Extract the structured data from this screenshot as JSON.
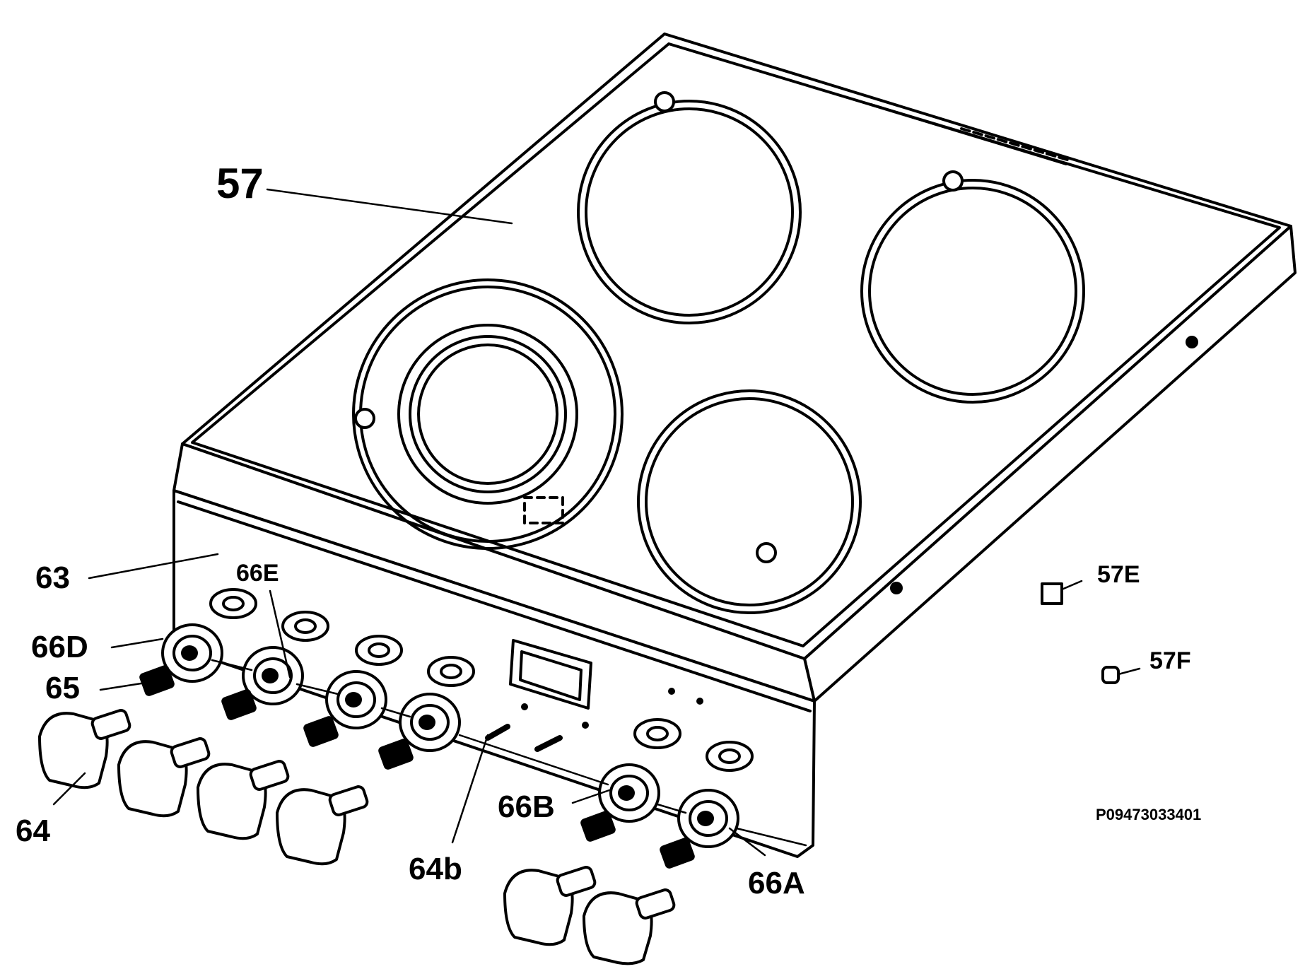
{
  "diagram": {
    "part_labels": {
      "p57": "57",
      "p63": "63",
      "p66E": "66E",
      "p66D": "66D",
      "p65": "65",
      "p64": "64",
      "p64b": "64b",
      "p66B": "66B",
      "p66A": "66A",
      "p57E": "57E",
      "p57F": "57F"
    },
    "drawing_code": "P09473033401"
  }
}
